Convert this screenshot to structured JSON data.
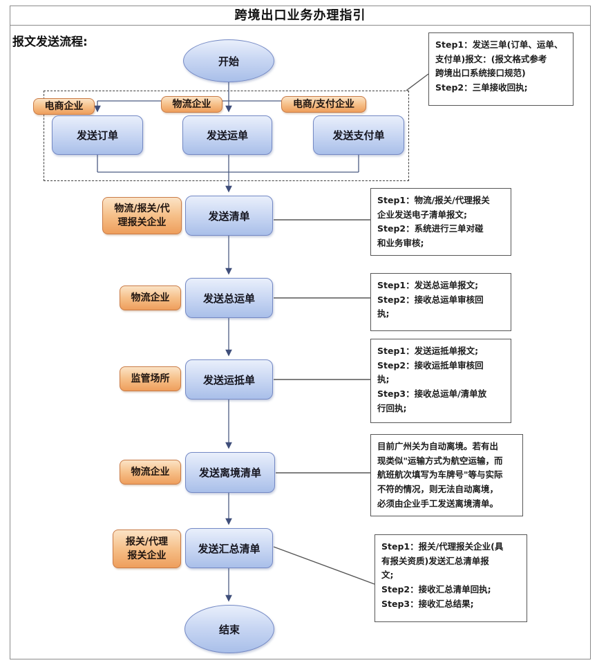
{
  "page": {
    "title": "跨境出口业务办理指引",
    "section_heading": "报文发送流程:"
  },
  "flow": {
    "start_label": "开始",
    "end_label": "结束",
    "branches": [
      {
        "actor": "电商企业",
        "action": "发送订单"
      },
      {
        "actor": "物流企业",
        "action": "发送运单"
      },
      {
        "actor": "电商/支付企业",
        "action": "发送支付单"
      }
    ],
    "branch_note": "Step1：发送三单(订单、运单、\n支付单)报文：(报文格式参考\n跨境出口系统接口规范)\nStep2：三单接收回执;",
    "steps": [
      {
        "actor": "物流/报关/代\n理报关企业",
        "action": "发送清单",
        "note": "Step1：物流/报关/代理报关\n企业发送电子清单报文;\nStep2：系统进行三单对碰\n和业务审核;"
      },
      {
        "actor": "物流企业",
        "action": "发送总运单",
        "note": "Step1：发送总运单报文;\nStep2：接收总运单审核回\n执;"
      },
      {
        "actor": "监管场所",
        "action": "发送运抵单",
        "note": "Step1：发送运抵单报文;\nStep2：接收运抵单审核回\n执;\nStep3：接收总运单/清单放\n行回执;"
      },
      {
        "actor": "物流企业",
        "action": "发送离境清单",
        "note": "目前广州关为自动离境。若有出\n现类似\"运输方式为航空运输，而\n航班航次填写为车牌号\"等与实际\n不符的情况，则无法自动离境，\n必须由企业手工发送离境清单。"
      },
      {
        "actor": "报关/代理\n报关企业",
        "action": "发送汇总清单",
        "note": "Step1：报关/代理报关企业(具\n有报关资质)发送汇总清单报\n文;\nStep2：接收汇总清单回执;\nStep3：接收汇总结果;"
      }
    ]
  },
  "colors": {
    "box_fill_top": "#e9effb",
    "box_fill_bottom": "#a9bfe9",
    "box_border": "#7388c4",
    "label_fill_top": "#fbe3c6",
    "label_fill_bottom": "#ee9e5c",
    "label_border": "#c97a45",
    "note_border": "#555555",
    "arrow": "#3f4e7a"
  }
}
